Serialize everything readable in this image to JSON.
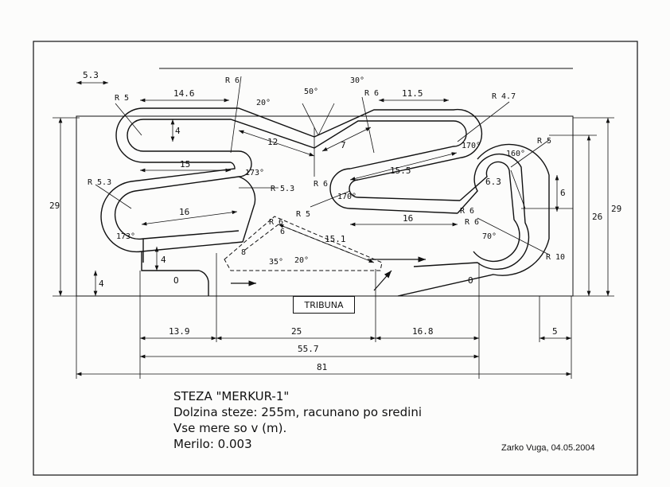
{
  "drawing": {
    "title": "STEZA \"MERKUR-1\"",
    "length_line": "Dolzina steze: 255m, racunano po sredini",
    "units_line": "Vse mere so v (m).",
    "scale_line": "Merilo: 0.003",
    "author_line": "Zarko Vuga, 04.05.2004",
    "stand_label": "TRIBUNA",
    "dimensions": {
      "top_left_offset": "5.3",
      "straight_top_left": "14.6",
      "straight_top_right": "11.5",
      "segment_12": "12",
      "segment_7": "7",
      "segment_15": "15",
      "segment_15_5": "15.5",
      "segment_16_left": "16",
      "segment_16_right": "16",
      "segment_15_1": "15.1",
      "height_left": "29",
      "height_right_1": "26",
      "height_right_2": "29",
      "inner_6": "6",
      "inner_6_3": "6.3",
      "inner_4_top": "4",
      "inner_4_bottom": "4",
      "bottom_4": "4",
      "bottom_13_9": "13.9",
      "bottom_25": "25",
      "bottom_16_8": "16.8",
      "bottom_5": "5",
      "bottom_55_7": "55.7",
      "bottom_81": "81",
      "diag_8": "8",
      "diag_6": "6"
    },
    "radii": {
      "r5_top_left": "R 5",
      "r6_top": "R 6",
      "r6_mid": "R 6",
      "r6_chicane": "R 6",
      "r4_7": "R 4.7",
      "r5_right": "R 5",
      "r5_3_left": "R 5.3",
      "r5_3_mid": "R 5.3",
      "r5_center": "R 5",
      "r6_lower": "R 6",
      "r6_hairpin": "R 6",
      "r10": "R 10",
      "r6_small": "R 6"
    },
    "angles": {
      "a20_top": "20°",
      "a50": "50°",
      "a30": "30°",
      "a170_top": "170°",
      "a160": "160°",
      "a173_mid": "173°",
      "a170_mid": "170°",
      "a173_left": "173°",
      "a35": "35°",
      "a20_bottom": "20°",
      "a70": "70°"
    },
    "markers": {
      "o_left": "O",
      "o_right": "O"
    }
  }
}
